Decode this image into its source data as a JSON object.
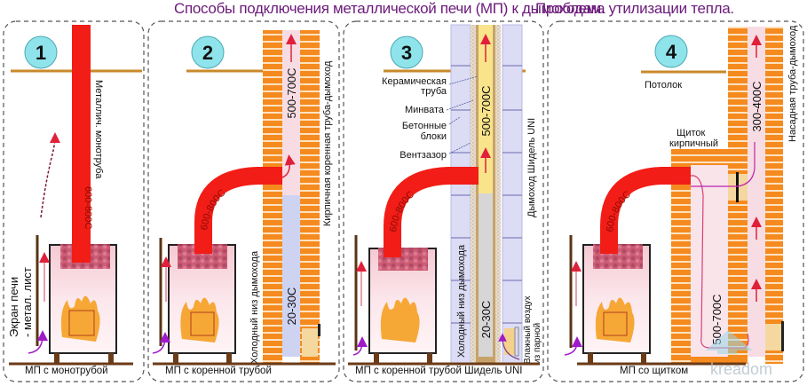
{
  "header": {
    "title_part1": "Способы подключения металлической  печи (МП) к дымоходам.",
    "title_part2": "Проблема утилизации тепла."
  },
  "colors": {
    "pipe_red": "#f21d16",
    "brick_orange": "#f58a1f",
    "brick_mortar": "#fde2c0",
    "hot_flue_pink": "#f7dde3",
    "cold_flue_blue": "#cfd3f2",
    "concrete_block": "#dcdcf5",
    "ceramic_yellow": "#f9e48b",
    "ceiling_line": "#c8892a",
    "badge_cyan": "#8fe3ea",
    "title_purple": "#6b1a7a",
    "arrow_purple": "#a01ac9"
  },
  "panels": [
    {
      "number": "1",
      "caption": "МП с монотрубой",
      "pipe_temp": "600-800С",
      "pipe_label": "Металлич. монотруба",
      "screen_label_line1": "Экран печи",
      "screen_label_line2": "- метал. лист"
    },
    {
      "number": "2",
      "caption": "МП с коренной трубой",
      "pipe_temp": "600-800С",
      "hot_temp": "500-700С",
      "cold_temp": "20-30С",
      "cold_label": "Холодный низ дымохода",
      "chimney_label": "Кирпичная коренная  труба-дымоход"
    },
    {
      "number": "3",
      "caption": "МП с коренной трубой Шидель UNI",
      "pipe_temp": "600-800С",
      "hot_temp": "500-700С",
      "cold_temp": "20-30С",
      "cold_label": "Холодный низ дымохода",
      "chimney_label": "Дымоход Шидель UNI",
      "humid_air_line1": "Влажный воздух",
      "humid_air_line2": "из парной",
      "legend": [
        {
          "line1": "Керамическая",
          "line2": "труба"
        },
        {
          "line1": "Минвата",
          "line2": ""
        },
        {
          "line1": "Бетонные",
          "line2": "блоки"
        },
        {
          "line1": "Вентзазор",
          "line2": ""
        }
      ]
    },
    {
      "number": "4",
      "caption": "МП со щитком",
      "pipe_temp": "600-800С",
      "shield_temp": "500-700С",
      "upper_temp": "300-400С",
      "ceiling_label": "Потолок",
      "shield_label_line1": "Щиток",
      "shield_label_line2": "кирпичный",
      "chimney_label": "Насадная труба-дымоход"
    }
  ],
  "watermark": "kreadom"
}
